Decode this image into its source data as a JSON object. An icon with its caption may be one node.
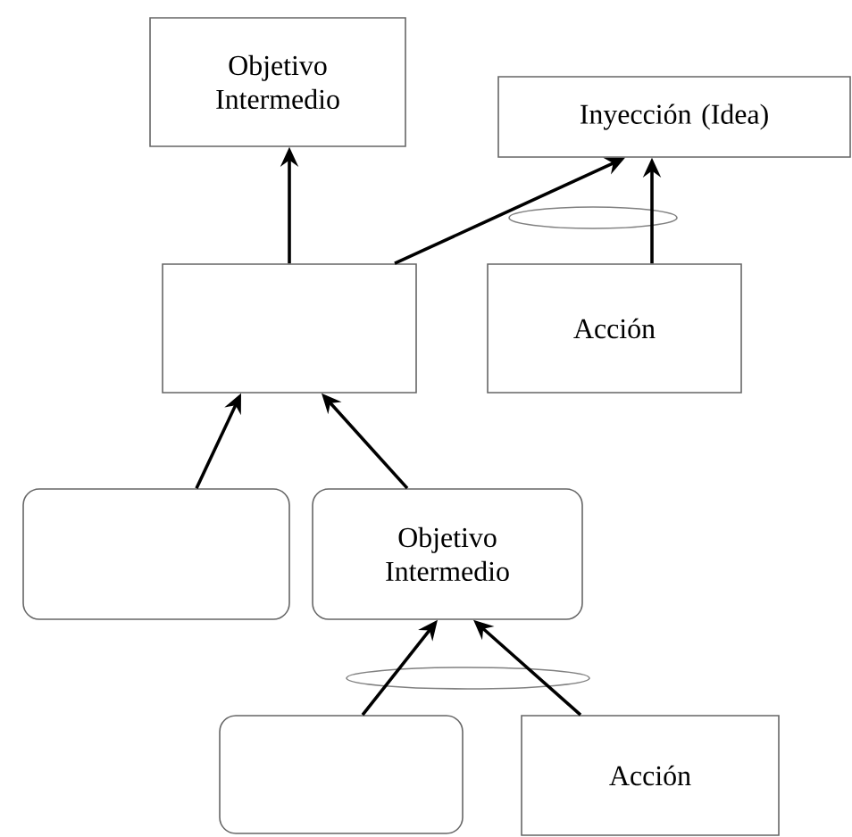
{
  "diagram": {
    "nodes": [
      {
        "text": [
          "Objetivo Intermedio"
        ]
      },
      {
        "text": [
          "Inyección (Idea)"
        ]
      },
      {
        "text": [],
        "shape": "box"
      },
      {
        "text": [
          "Acción"
        ]
      },
      {
        "text": [],
        "shape": "box"
      },
      {
        "text": [
          "Objetivo Intermedio"
        ]
      },
      {
        "text": [],
        "shape": "box"
      },
      {
        "text": [
          "Acción"
        ]
      }
    ],
    "edges": [
      {
        "from": 2,
        "to": 0,
        "arrow": "to"
      },
      {
        "from": 2,
        "to": 1,
        "arrow": "to"
      },
      {
        "from": 3,
        "to": 1,
        "arrow": "to"
      },
      {
        "from": 4,
        "to": 2,
        "arrow": "to"
      },
      {
        "from": 5,
        "to": 2,
        "arrow": "to"
      },
      {
        "from": 6,
        "to": 5,
        "arrow": "to"
      },
      {
        "from": 7,
        "to": 5,
        "arrow": "to"
      }
    ]
  }
}
